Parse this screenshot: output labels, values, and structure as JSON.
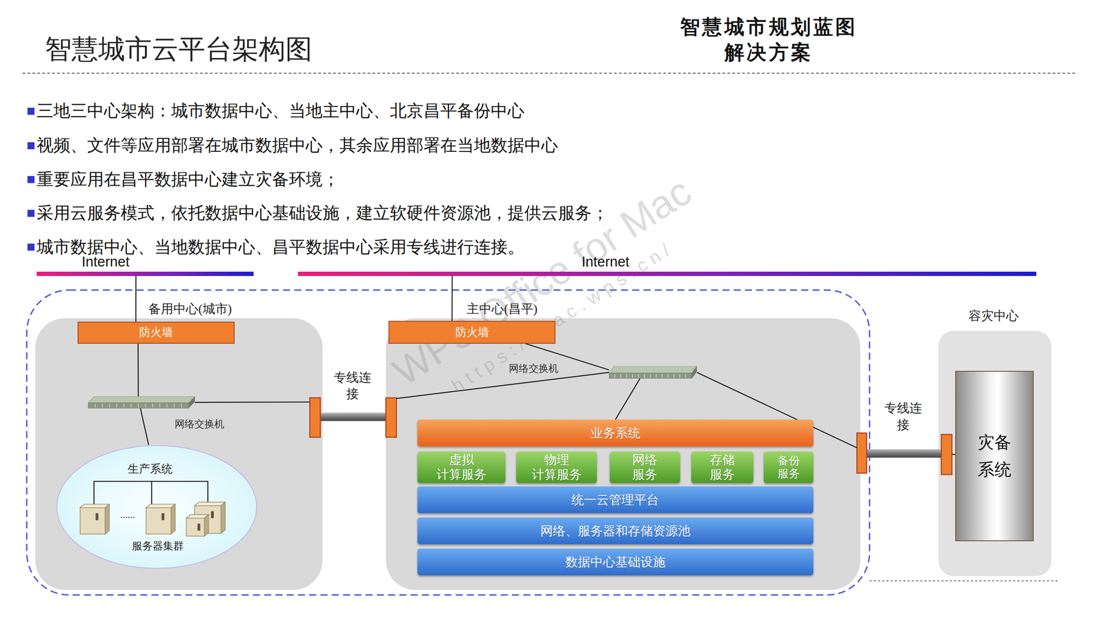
{
  "diagram": {
    "title": "智慧城市云平台架构图",
    "nodes": [
      {
        "text": [
          "Internet"
        ]
      },
      {
        "text": [
          "Internet"
        ]
      },
      {
        "text": [
          "备用中心(城市)"
        ]
      },
      {
        "text": [
          "防火墙"
        ],
        "in": 2
      },
      {
        "text": [
          "网络交换机"
        ],
        "in": 2
      },
      {
        "text": [
          "生产系统",
          "......",
          "服务器集群"
        ],
        "in": 2
      },
      {
        "text": [
          "主中心(昌平)"
        ]
      },
      {
        "text": [
          "防火墙"
        ],
        "in": 6
      },
      {
        "text": [
          "网络交换机"
        ],
        "in": 6
      },
      {
        "text": [
          "业务系统"
        ],
        "in": 6
      },
      {
        "text": [
          "虚拟 计算服务"
        ],
        "in": 6
      },
      {
        "text": [
          "物理 计算服务"
        ],
        "in": 6
      },
      {
        "text": [
          "网络 服务"
        ],
        "in": 6
      },
      {
        "text": [
          "存储 服务"
        ],
        "in": 6
      },
      {
        "text": [
          "备份 服务"
        ],
        "in": 6
      },
      {
        "text": [
          "统一云管理平台"
        ],
        "in": 6
      },
      {
        "text": [
          "网络、服务器和存储资源池"
        ],
        "in": 6
      },
      {
        "text": [
          "数据中心基础设施"
        ],
        "in": 6
      },
      {
        "text": [
          "容灾中心"
        ]
      },
      {
        "text": [
          "灾备 系统"
        ],
        "in": 18
      }
    ],
    "edges": [
      {
        "from": 0,
        "to": 3,
        "arrow": "none"
      },
      {
        "from": 1,
        "to": 7,
        "arrow": "none"
      },
      {
        "from": 3,
        "to": 4,
        "arrow": "none"
      },
      {
        "from": 4,
        "to": 5,
        "arrow": "none"
      },
      {
        "from": 4,
        "to": 8,
        "label": "专线连接",
        "arrow": "none"
      },
      {
        "from": 7,
        "to": 8,
        "arrow": "none"
      },
      {
        "from": 8,
        "to": 9,
        "arrow": "none"
      },
      {
        "from": 8,
        "to": 19,
        "label": "专线连接",
        "arrow": "none"
      }
    ],
    "labels": [
      "智慧城市规划蓝图",
      "解决方案",
      "三地三中心架构：城市数据中心、当地主中心、北京昌平备份中心",
      "视频、文件等应用部署在城市数据中心，其余应用部署在当地数据中心",
      "重要应用在昌平数据中心建立灾备环境；",
      "采用云服务模式，依托数据中心基础设施，建立软硬件资源池，提供云服务；",
      "城市数据中心、当地数据中心、昌平数据中心采用专线进行连接。",
      "WPS Office for Mac",
      "https://mac.wps.cn/"
    ]
  }
}
